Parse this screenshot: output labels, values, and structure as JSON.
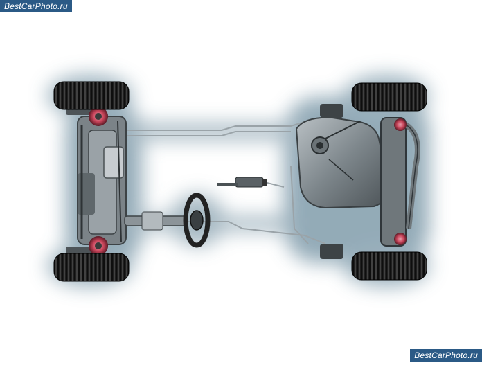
{
  "image": {
    "subject": "car-chassis-top-view",
    "background_color": "#ffffff",
    "glow_color": "#6f8fa0",
    "metal_color": "#8a9297",
    "tire_color": "#1c1c1c",
    "accent_color": "#c8445a"
  },
  "watermarks": {
    "top": "BestCarPhoto.ru",
    "bottom": "BestCarPhoto.ru"
  }
}
